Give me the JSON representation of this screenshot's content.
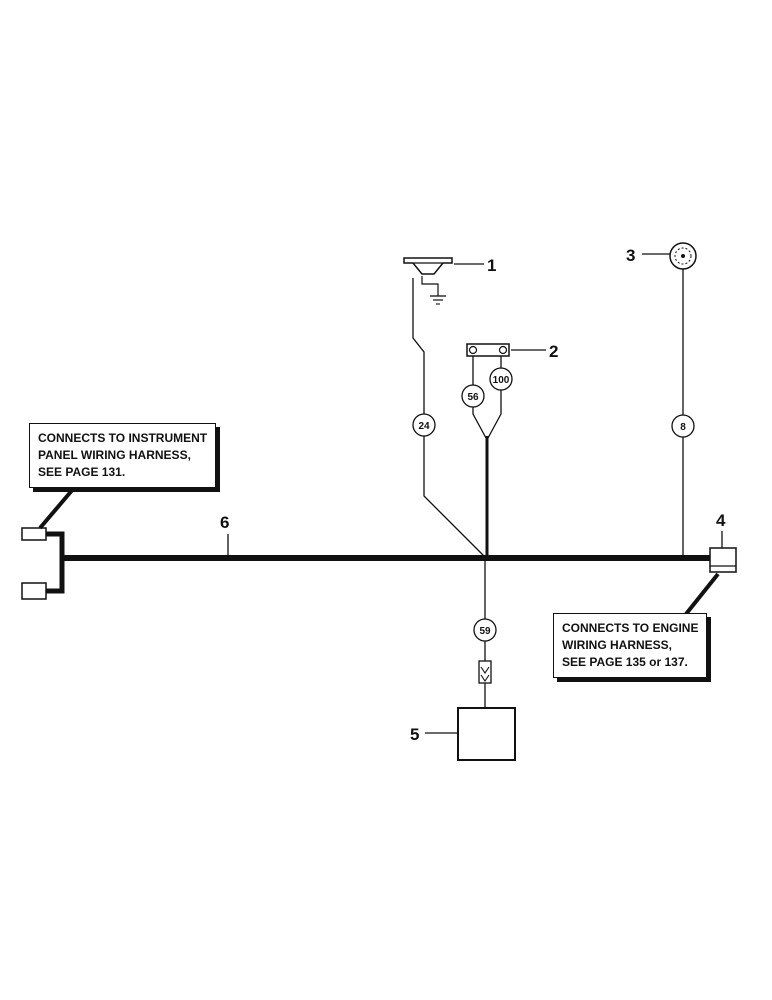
{
  "callouts": {
    "instrument_panel": {
      "lines": [
        "CONNECTS TO INSTRUMENT",
        "PANEL WIRING HARNESS,",
        "SEE PAGE 131."
      ]
    },
    "engine_harness": {
      "lines": [
        "CONNECTS TO ENGINE",
        "WIRING HARNESS,",
        "SEE PAGE  135 or 137."
      ]
    }
  },
  "item_numbers": {
    "horn": "1",
    "switch": "2",
    "gauge": "3",
    "connector": "4",
    "box": "5",
    "harness": "6"
  },
  "wire_numbers": {
    "w24": "24",
    "w56": "56",
    "w100": "100",
    "w8": "8",
    "w59": "59"
  }
}
